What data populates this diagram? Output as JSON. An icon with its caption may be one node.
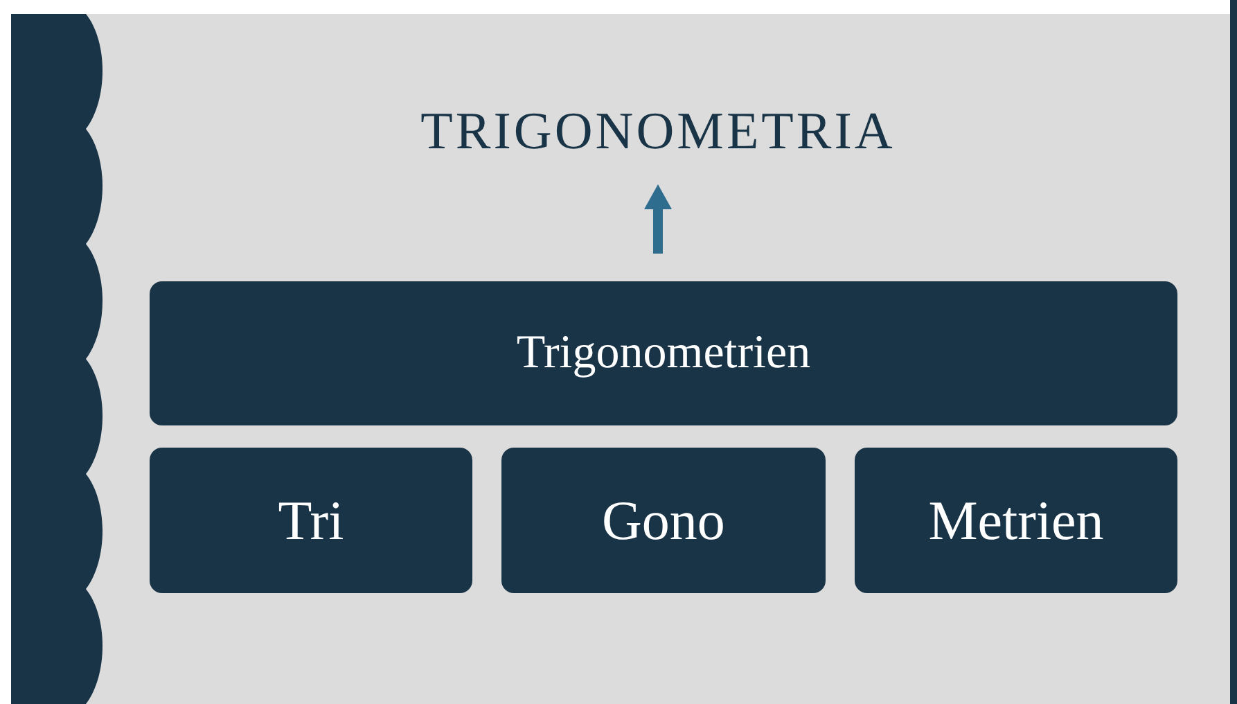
{
  "diagram": {
    "nodes": [
      {
        "text": [
          "TRIGONOMETRIA"
        ]
      },
      {
        "text": [
          "Trigonometrien"
        ]
      },
      {
        "text": [
          "Tri"
        ]
      },
      {
        "text": [
          "Gono"
        ]
      },
      {
        "text": [
          "Metrien"
        ]
      }
    ],
    "edges": [
      {
        "from": 1,
        "to": 0,
        "arrow": "to",
        "color": "#2f6d8f"
      }
    ]
  }
}
